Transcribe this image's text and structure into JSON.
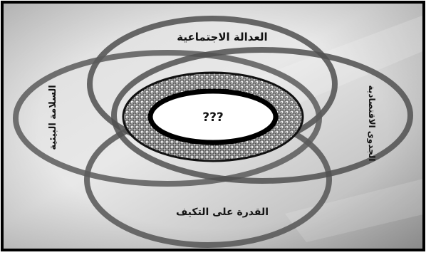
{
  "diagram": {
    "top_label": "العدالة الاجتماعية",
    "bottom_label": "القدرة على التكيف",
    "left_label": "السلامة البيئية",
    "right_label": "الجدوى الاقتصادية",
    "center_label": "???"
  },
  "colors": {
    "paper_light": "#ededed",
    "paper_dark": "#a9a9a9",
    "ring_gray": "#6a6a6a",
    "frame": "#000000",
    "center_fill": "#ffffff"
  }
}
